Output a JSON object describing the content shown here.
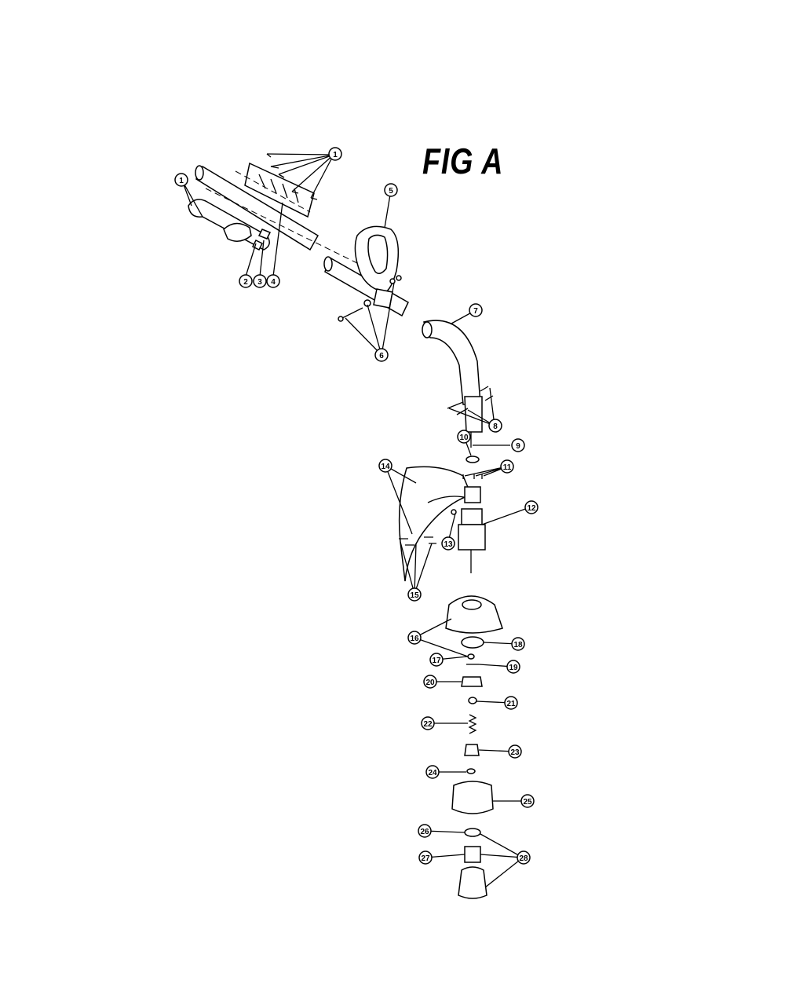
{
  "figure": {
    "title": "FIG A",
    "callouts": [
      "1",
      "2",
      "3",
      "4",
      "5",
      "6",
      "7",
      "8",
      "9",
      "10",
      "11",
      "12",
      "13",
      "14",
      "15",
      "16",
      "17",
      "18",
      "19",
      "20",
      "21",
      "22",
      "23",
      "24",
      "25",
      "26",
      "27",
      "28"
    ]
  }
}
